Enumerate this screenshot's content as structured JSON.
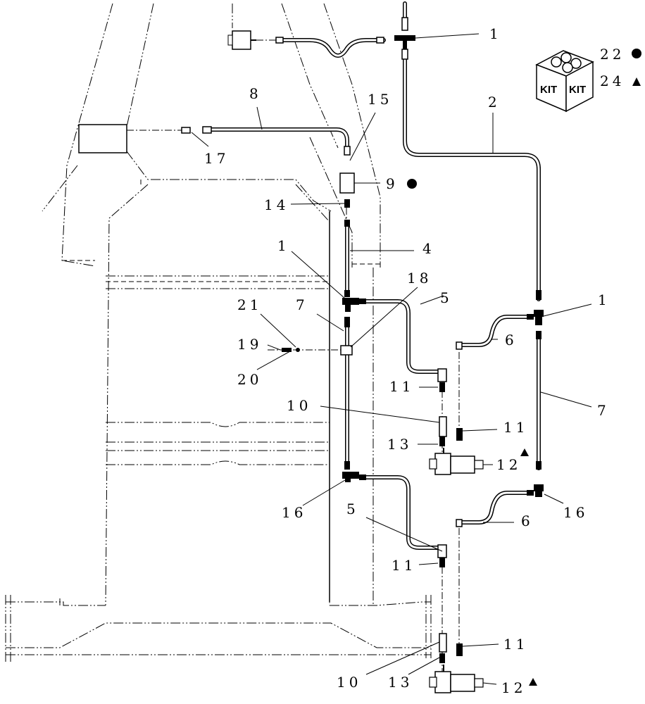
{
  "labels": {
    "l1a": "1",
    "l1b": "1",
    "l1c": "1",
    "l2": "2",
    "l4": "4",
    "l5a": "5",
    "l5b": "5",
    "l6a": "6",
    "l6b": "6",
    "l7a": "7",
    "l7b": "7",
    "l8": "8",
    "l9": "9",
    "l10a": "10",
    "l10b": "10",
    "l11a": "11",
    "l11b": "11",
    "l11c": "11",
    "l11d": "11",
    "l12a": "12",
    "l12b": "12",
    "l13a": "13",
    "l13b": "13",
    "l14": "14",
    "l15": "15",
    "l16a": "16",
    "l16b": "16",
    "l17": "17",
    "l18": "18",
    "l19": "19",
    "l20": "20",
    "l21": "21",
    "kit1": "22",
    "kit2": "24"
  },
  "kit_box": {
    "text1": "KIT",
    "text2": "KIT"
  }
}
